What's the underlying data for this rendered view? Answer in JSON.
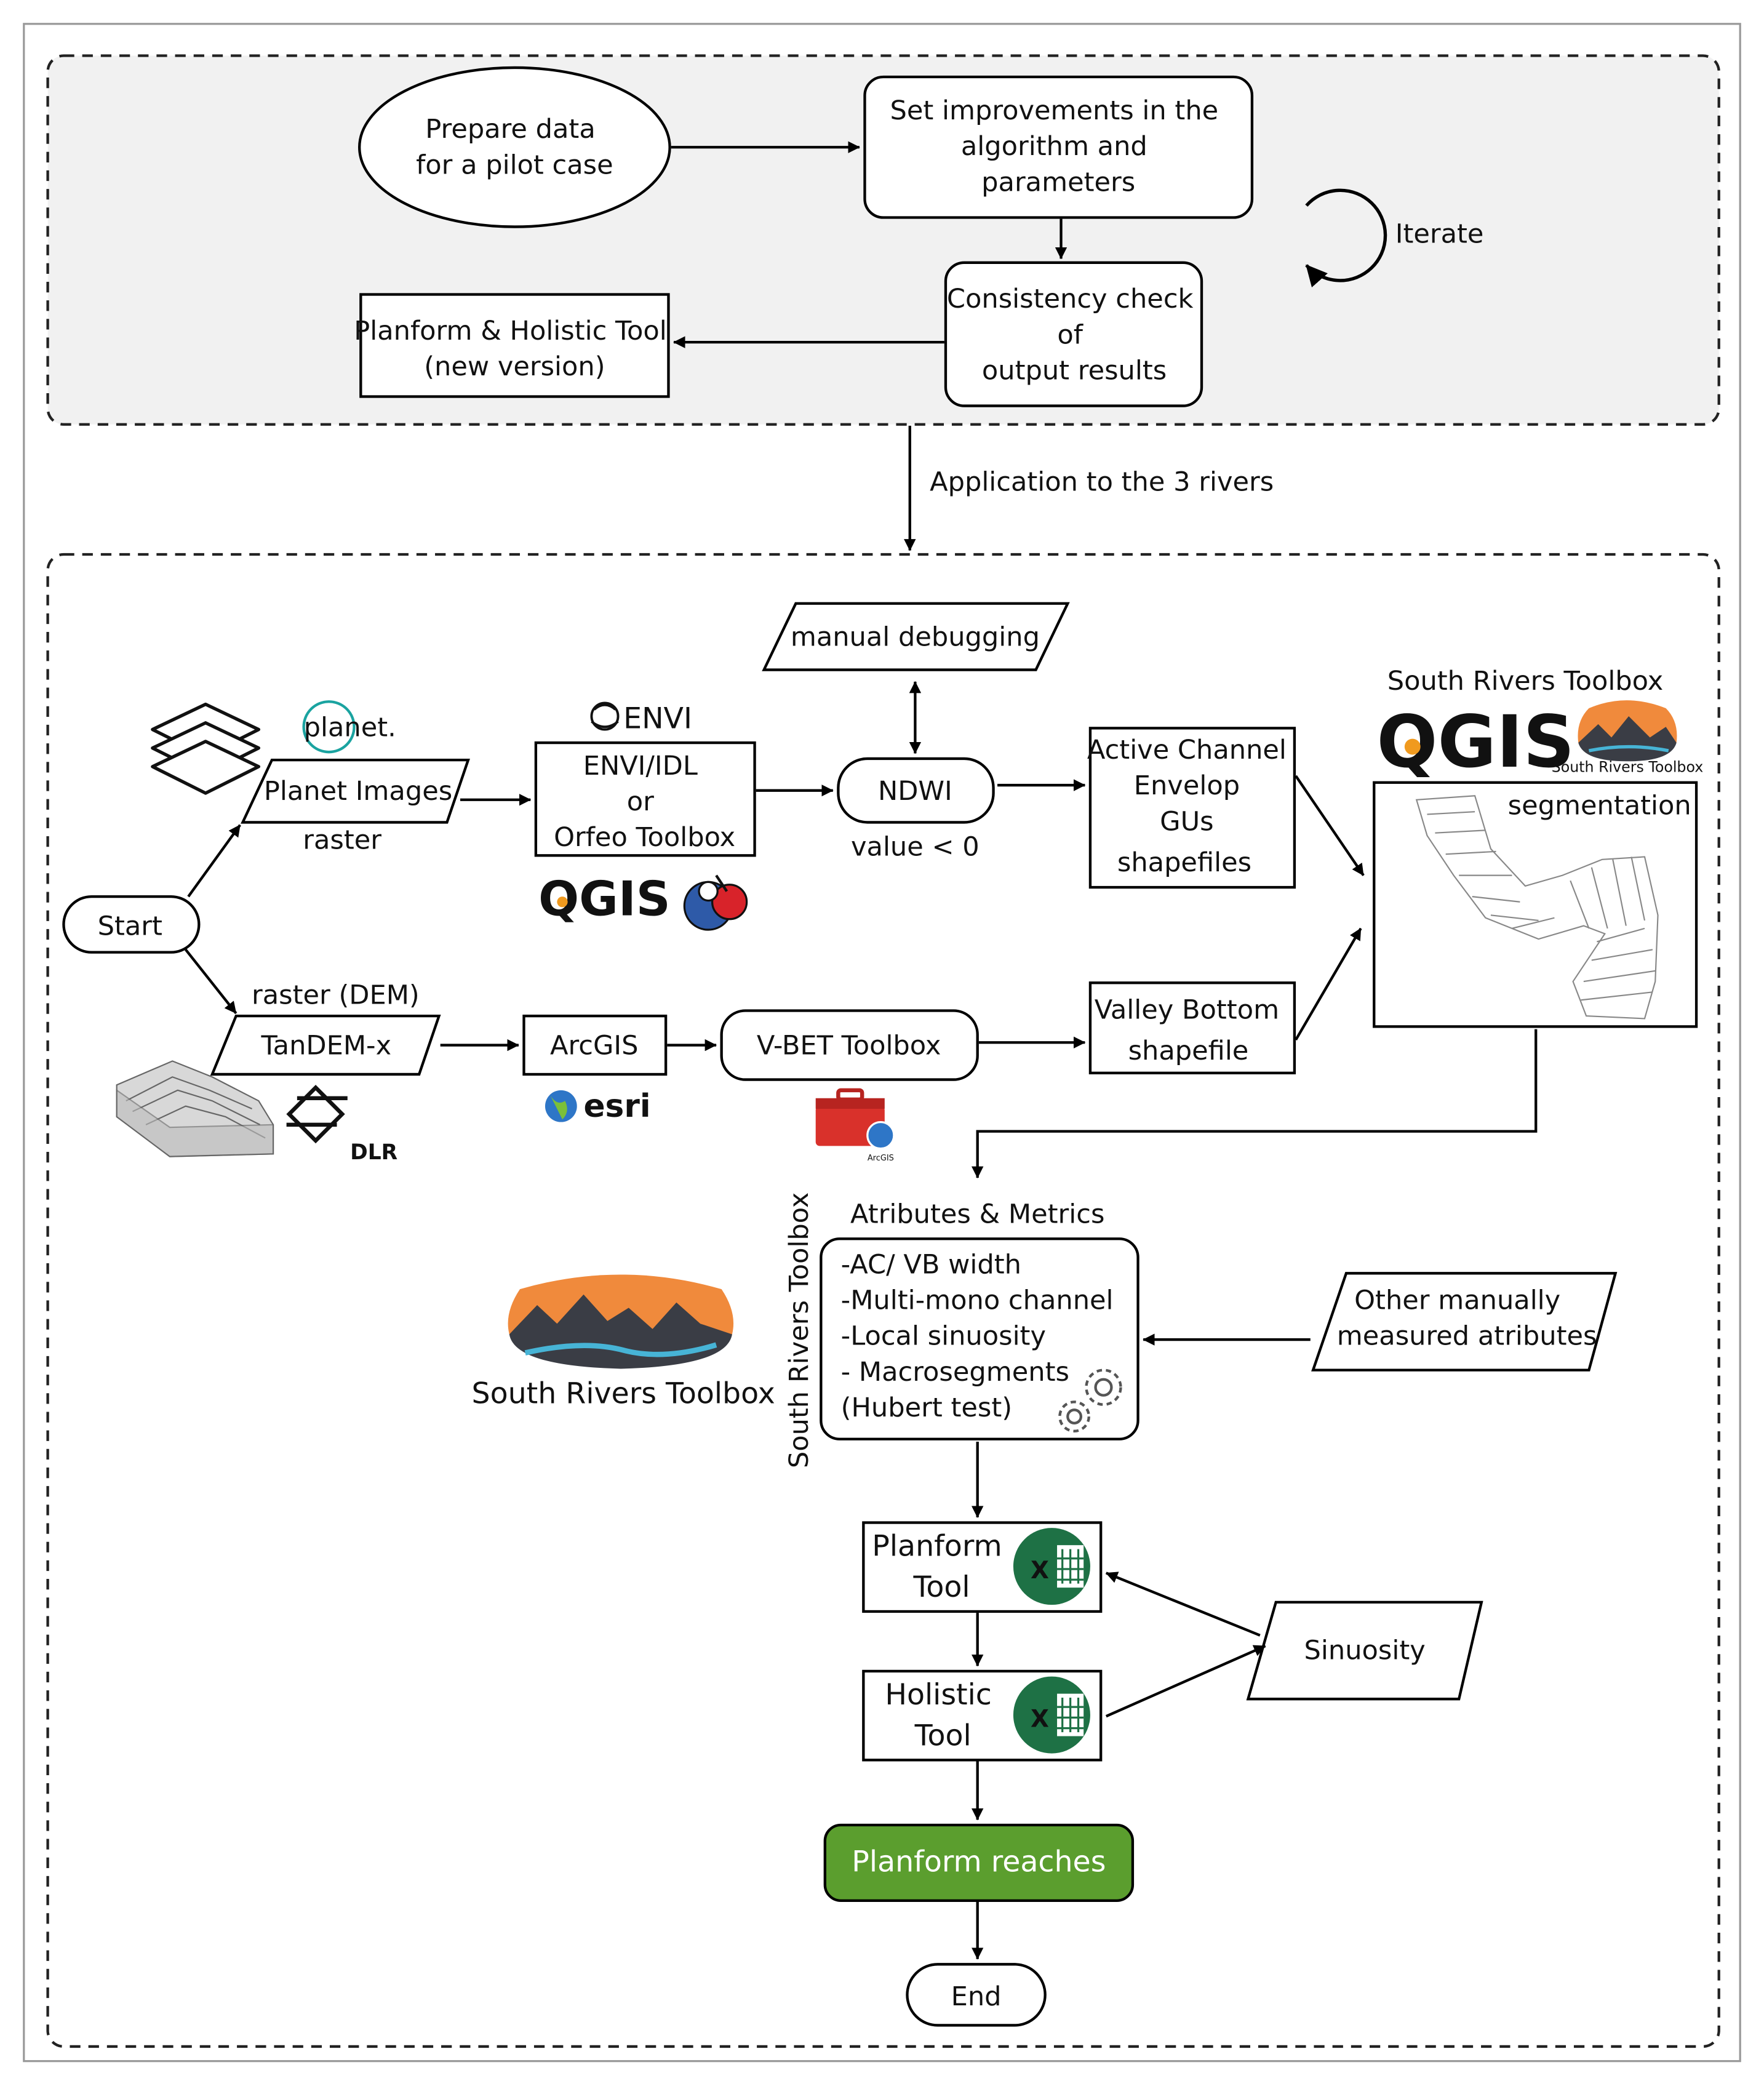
{
  "pilot": {
    "prepare": [
      "Prepare data",
      "for a pilot case"
    ],
    "set_improvements": [
      "Set improvements in the",
      "algorithm and",
      "parameters"
    ],
    "iterate": "Iterate",
    "consistency": [
      "Consistency check",
      "of",
      "output results"
    ],
    "new_tool": [
      "Planform & Holistic Tool",
      "(new version)"
    ]
  },
  "application_label": "Application to the 3 rivers",
  "workflow": {
    "start": "Start",
    "planet_logo": "planet.",
    "planet_images": "Planet Images",
    "raster": "raster",
    "raster_dem": "raster (DEM)",
    "tandem": "TanDEM-x",
    "dlr_logo": "DLR",
    "envi_logo": "ENVI",
    "envi_box": [
      "ENVI/IDL",
      "or",
      "Orfeo Toolbox"
    ],
    "qgis_logo": "QGIS",
    "manual_debugging": "manual debugging",
    "ndwi": "NDWI",
    "ndwi_value": "value < 0",
    "active_channel": [
      "Active Channel",
      "Envelop",
      "GUs",
      "shapefiles"
    ],
    "arcgis": "ArcGIS",
    "esri_logo": "esri",
    "vbet": "V-BET Toolbox",
    "arcgis_small": "ArcGIS",
    "valley_bottom": [
      "Valley Bottom",
      "shapefile"
    ],
    "srt_title": "South Rivers Toolbox",
    "srt_small_logo": "South Rivers Toolbox",
    "segmentation": "segmentation",
    "attributes_title": "Atributes & Metrics",
    "attributes_vertical": "South Rivers Toolbox",
    "attributes": [
      "-AC/ VB  width",
      "-Multi-mono channel",
      "-Local sinuosity",
      "- Macrosegments",
      "(Hubert test)"
    ],
    "srt_big_logo": "South Rivers Toolbox",
    "other_manual": [
      "Other manually",
      "measured atributes"
    ],
    "planform_tool": [
      "Planform",
      "Tool"
    ],
    "holistic_tool": [
      "Holistic",
      "Tool"
    ],
    "excel_letter": "X",
    "sinuosity": "Sinuosity",
    "planform_reaches": "Planform reaches",
    "end": "End"
  },
  "colors": {
    "pilot_bg": "#f1f1f1",
    "reaches_fill": "#5b9e2e",
    "qgis_green": "#74b52b",
    "qgis_orange": "#f09a1f",
    "excel_green": "#1e7145",
    "srt_orange": "#f08a3c",
    "srt_navy": "#2e4a6e"
  },
  "icons": [
    "layers-icon",
    "terrain-icon",
    "dlr-icon",
    "envi-icon",
    "qgis-icon",
    "otb-icon",
    "esri-globe-icon",
    "toolbox-icon",
    "excel-icon",
    "gears-icon",
    "south-rivers-toolbox-icon",
    "segmentation-map-icon",
    "iterate-icon"
  ]
}
